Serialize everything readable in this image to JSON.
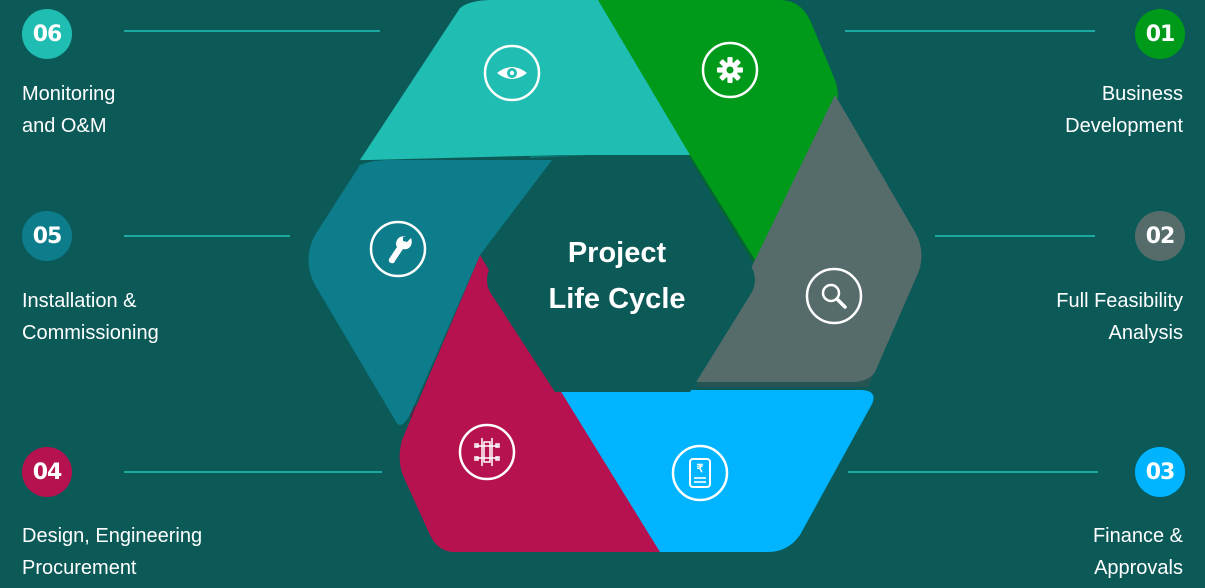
{
  "center": {
    "line1": "Project",
    "line2": "Life Cycle"
  },
  "steps": [
    {
      "number": "01",
      "label": "Business\nDevelopment",
      "color": "#009a1a",
      "icon": "gear-icon"
    },
    {
      "number": "02",
      "label": "Full Feasibility\nAnalysis",
      "color": "#566c6b",
      "icon": "magnifier-icon"
    },
    {
      "number": "03",
      "label": "Finance &\nApprovals",
      "color": "#00b4ff",
      "icon": "rupee-document-icon"
    },
    {
      "number": "04",
      "label": "Design, Engineering\nProcurement",
      "color": "#b5124f",
      "icon": "blueprint-icon"
    },
    {
      "number": "05",
      "label": "Installation &\nCommissioning",
      "color": "#0d7d8c",
      "icon": "wrench-icon"
    },
    {
      "number": "06",
      "label": "Monitoring\nand O&M",
      "color": "#1fbdb2",
      "icon": "eye-icon"
    }
  ],
  "colors": {
    "background": "#0b5a58",
    "line": "#1aa8a0",
    "center": "#0b5a58"
  }
}
